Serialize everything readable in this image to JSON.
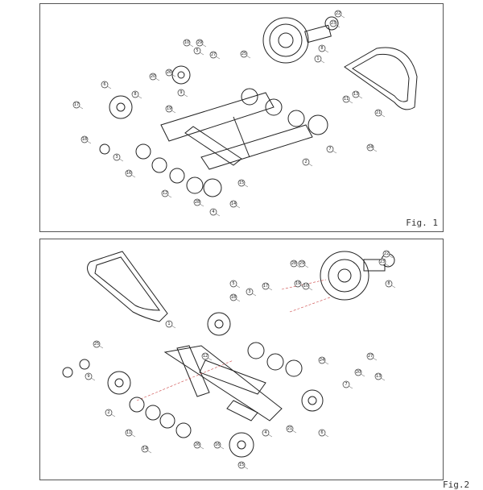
{
  "figures": [
    {
      "id": "fig1",
      "label": "Fig. 1"
    },
    {
      "id": "fig2",
      "label": "Fig.2"
    }
  ],
  "fig1_callouts": [
    "22",
    "23",
    "8",
    "1",
    "25",
    "29",
    "27",
    "10",
    "5",
    "26",
    "20",
    "9",
    "19",
    "8",
    "6",
    "17",
    "18",
    "3",
    "16",
    "12",
    "28",
    "4",
    "14",
    "15",
    "2",
    "7",
    "11",
    "13",
    "21",
    "24"
  ],
  "fig2_callouts": [
    "22",
    "23",
    "8",
    "5",
    "1",
    "29",
    "28",
    "19",
    "10",
    "3",
    "17",
    "18",
    "12",
    "25",
    "9",
    "2",
    "11",
    "14",
    "26",
    "16",
    "15",
    "4",
    "21",
    "6",
    "7",
    "20",
    "27",
    "13",
    "24"
  ]
}
